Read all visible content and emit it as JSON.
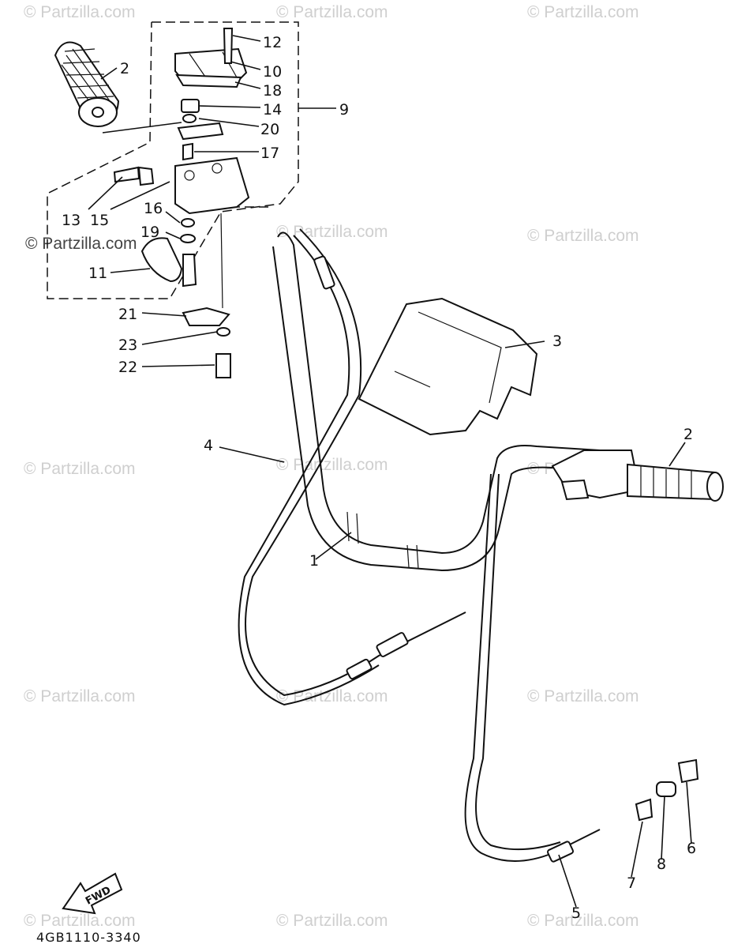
{
  "watermark_text": "© Partzilla.com",
  "diagram_code": "4GB1110-3340",
  "fwd_label": "FWD",
  "callouts": [
    "12",
    "10",
    "18",
    "14",
    "9",
    "20",
    "17",
    "2",
    "13",
    "15",
    "16",
    "19",
    "11",
    "21",
    "23",
    "22",
    "3",
    "4",
    "1",
    "2",
    "5",
    "7",
    "8",
    "6"
  ]
}
